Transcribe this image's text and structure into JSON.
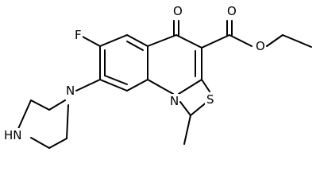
{
  "molecule": {
    "atom_labels": {
      "fluorine": "F",
      "ketone_oxygen": "O",
      "ester_carbonyl_oxygen": "O",
      "ester_ether_oxygen": "O",
      "piperazine_aryl_nitrogen": "N",
      "piperazine_nh": "HN",
      "ring_nitrogen": "N",
      "thietane_sulfur": "S"
    }
  }
}
